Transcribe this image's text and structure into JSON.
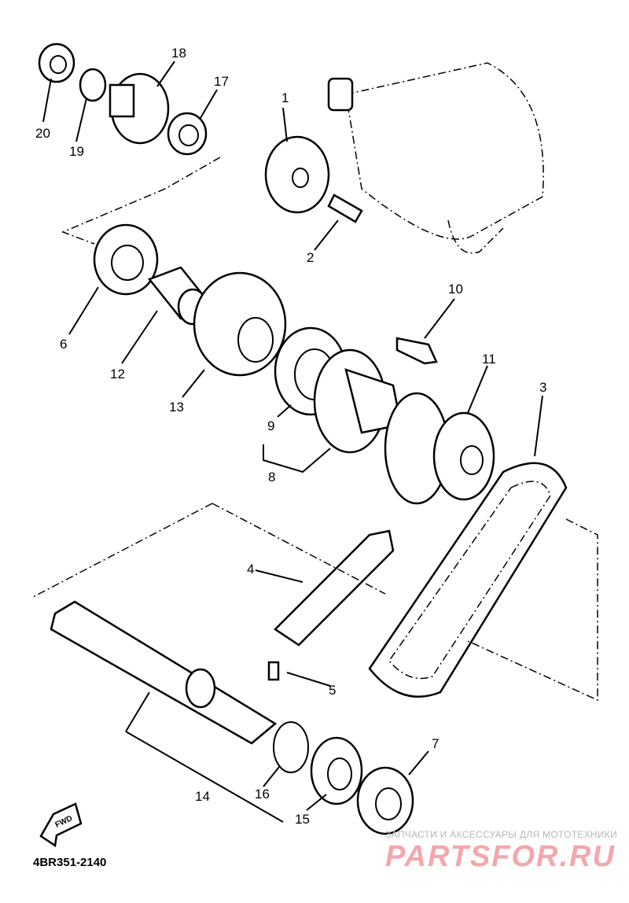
{
  "diagram": {
    "part_labels": {
      "p1": "1",
      "p2": "2",
      "p3": "3",
      "p4": "4",
      "p5": "5",
      "p6": "6",
      "p7": "7",
      "p8": "8",
      "p9": "9",
      "p10": "10",
      "p11": "11",
      "p12": "12",
      "p13": "13",
      "p14": "14",
      "p15": "15",
      "p16": "16",
      "p17": "17",
      "p18": "18",
      "p19": "19",
      "p20": "20"
    },
    "fwd_label": "FWD",
    "diagram_code": "4BR351-2140"
  },
  "watermark": {
    "tagline": "ЗАПЧАСТИ И АКСЕССУАРЫ ДЛЯ МОТОТЕХНИКИ",
    "brand": "PARTSFOR.RU"
  }
}
